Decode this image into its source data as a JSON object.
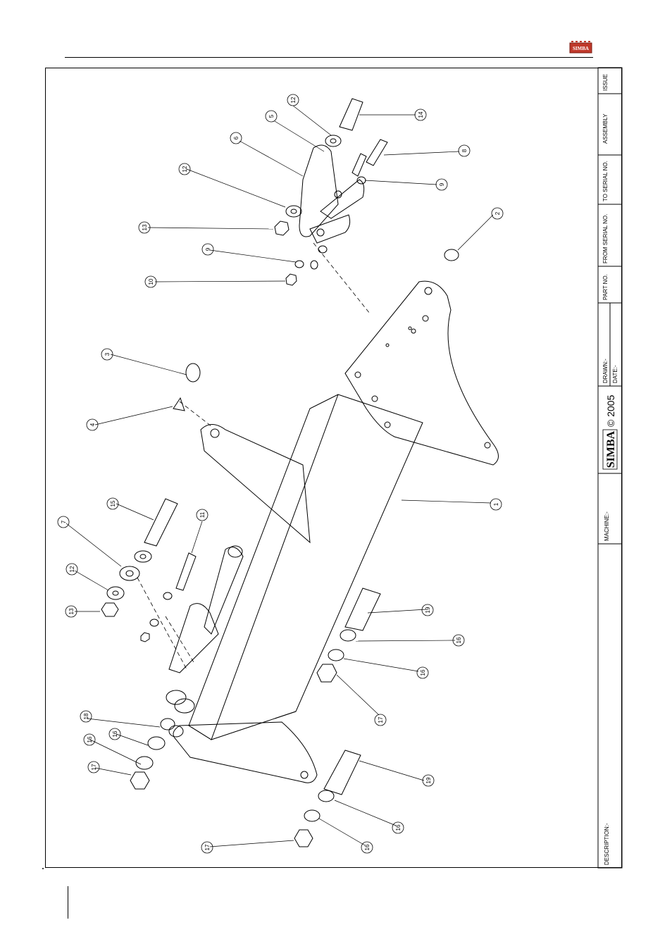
{
  "brand": {
    "logo_text": "SIMBA",
    "copyright": "© 2005",
    "accent_color": "#c0392b"
  },
  "title_block": {
    "description_label": "DESCRIPTION:-",
    "machine_label": "MACHINE:-",
    "drawn_label": "DRAWN:-",
    "date_label": "DATE:-",
    "part_no_label": "PART NO.",
    "from_serial_label": "FROM SERIAL NO.",
    "to_serial_label": "TO SERIAL NO.",
    "assembly_label": "ASSEMBLY",
    "issue_label": "ISSUE"
  },
  "balloons": [
    "1",
    "2",
    "3",
    "4",
    "5",
    "6",
    "7",
    "8",
    "9",
    "9",
    "10",
    "11",
    "12",
    "12",
    "12",
    "13",
    "13",
    "14",
    "15",
    "16",
    "16",
    "16",
    "16",
    "16",
    "16",
    "17",
    "17",
    "17",
    "18",
    "19",
    "19"
  ]
}
